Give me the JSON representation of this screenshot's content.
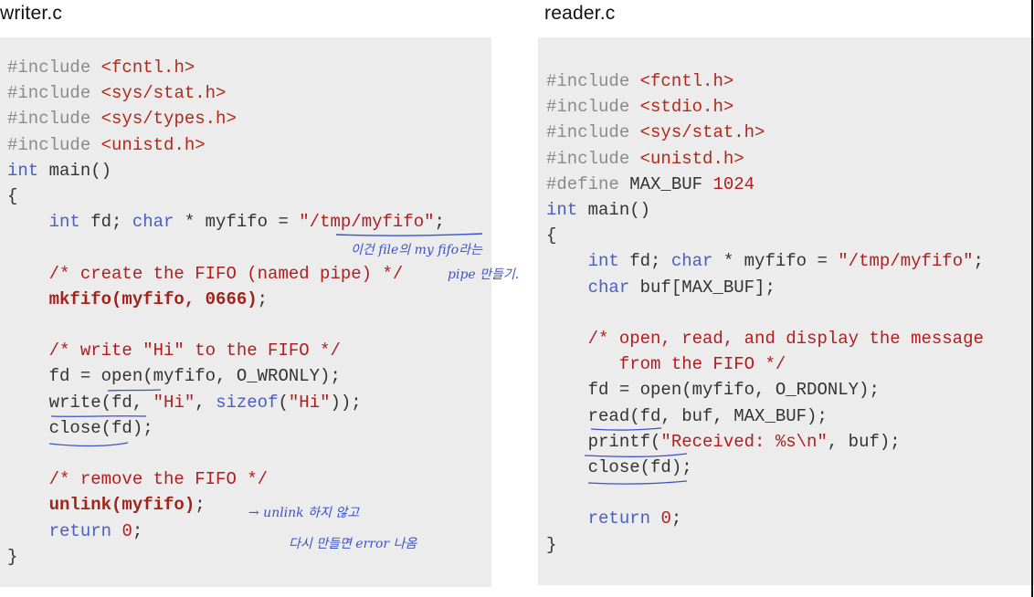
{
  "writer": {
    "title": "writer.c",
    "lines": [
      [
        [
          "pp",
          "#include "
        ],
        [
          "inc",
          "<fcntl.h>"
        ]
      ],
      [
        [
          "pp",
          "#include "
        ],
        [
          "inc",
          "<sys/stat.h>"
        ]
      ],
      [
        [
          "pp",
          "#include "
        ],
        [
          "inc",
          "<sys/types.h>"
        ]
      ],
      [
        [
          "pp",
          "#include "
        ],
        [
          "inc",
          "<unistd.h>"
        ]
      ],
      [
        [
          "kw",
          "int"
        ],
        [
          "plain",
          " main()"
        ]
      ],
      [
        [
          "plain",
          "{"
        ]
      ],
      [
        [
          "plain",
          "    "
        ],
        [
          "kw",
          "int"
        ],
        [
          "plain",
          " fd; "
        ],
        [
          "kw",
          "char"
        ],
        [
          "plain",
          " * myfifo = "
        ],
        [
          "str",
          "\"/tmp/myfifo\""
        ],
        [
          "plain",
          ";"
        ]
      ],
      [
        [
          "plain",
          ""
        ]
      ],
      [
        [
          "plain",
          "    "
        ],
        [
          "cmt",
          "/* create the FIFO (named pipe) */"
        ]
      ],
      [
        [
          "plain",
          "    "
        ],
        [
          "bold",
          "mkfifo(myfifo, 0666)"
        ],
        [
          "plain",
          ";"
        ]
      ],
      [
        [
          "plain",
          ""
        ]
      ],
      [
        [
          "plain",
          "    "
        ],
        [
          "cmt",
          "/* write \"Hi\" to the FIFO */"
        ]
      ],
      [
        [
          "plain",
          "    fd = open(myfifo, O_WRONLY);"
        ]
      ],
      [
        [
          "plain",
          "    write(fd, "
        ],
        [
          "str",
          "\"Hi\""
        ],
        [
          "plain",
          ", "
        ],
        [
          "kw",
          "sizeof"
        ],
        [
          "plain",
          "("
        ],
        [
          "str",
          "\"Hi\""
        ],
        [
          "plain",
          "));"
        ]
      ],
      [
        [
          "plain",
          "    close(fd);"
        ]
      ],
      [
        [
          "plain",
          ""
        ]
      ],
      [
        [
          "plain",
          "    "
        ],
        [
          "cmt",
          "/* remove the FIFO */"
        ]
      ],
      [
        [
          "plain",
          "    "
        ],
        [
          "bold",
          "unlink(myfifo)"
        ],
        [
          "plain",
          ";"
        ]
      ],
      [
        [
          "plain",
          "    "
        ],
        [
          "kw",
          "return"
        ],
        [
          "plain",
          " "
        ],
        [
          "num",
          "0"
        ],
        [
          "plain",
          ";"
        ]
      ],
      [
        [
          "plain",
          "}"
        ]
      ]
    ],
    "annotations": {
      "note1_line1": "이건 file의 my fifo라는",
      "note1_line2": "pipe 만들기.",
      "note2_line1": "→ unlink 하지 않고",
      "note2_line2": "다시 만들면 error 나옴"
    }
  },
  "reader": {
    "title": "reader.c",
    "lines": [
      [
        [
          "pp",
          "#include "
        ],
        [
          "inc",
          "<fcntl.h>"
        ]
      ],
      [
        [
          "pp",
          "#include "
        ],
        [
          "inc",
          "<stdio.h>"
        ]
      ],
      [
        [
          "pp",
          "#include "
        ],
        [
          "inc",
          "<sys/stat.h>"
        ]
      ],
      [
        [
          "pp",
          "#include "
        ],
        [
          "inc",
          "<unistd.h>"
        ]
      ],
      [
        [
          "pp",
          "#define "
        ],
        [
          "plain",
          "MAX_BUF "
        ],
        [
          "num",
          "1024"
        ]
      ],
      [
        [
          "kw",
          "int"
        ],
        [
          "plain",
          " main()"
        ]
      ],
      [
        [
          "plain",
          "{"
        ]
      ],
      [
        [
          "plain",
          "    "
        ],
        [
          "kw",
          "int"
        ],
        [
          "plain",
          " fd; "
        ],
        [
          "kw",
          "char"
        ],
        [
          "plain",
          " * myfifo = "
        ],
        [
          "str",
          "\"/tmp/myfifo\""
        ],
        [
          "plain",
          ";"
        ]
      ],
      [
        [
          "plain",
          "    "
        ],
        [
          "kw",
          "char"
        ],
        [
          "plain",
          " buf[MAX_BUF];"
        ]
      ],
      [
        [
          "plain",
          ""
        ]
      ],
      [
        [
          "plain",
          "    "
        ],
        [
          "cmt",
          "/* open, read, and display the message"
        ]
      ],
      [
        [
          "cmt",
          "       from the FIFO */"
        ]
      ],
      [
        [
          "plain",
          "    fd = open(myfifo, O_RDONLY);"
        ]
      ],
      [
        [
          "plain",
          "    read(fd, buf, MAX_BUF);"
        ]
      ],
      [
        [
          "plain",
          "    printf("
        ],
        [
          "str",
          "\"Received: %s\\n\""
        ],
        [
          "plain",
          ", buf);"
        ]
      ],
      [
        [
          "plain",
          "    close(fd);"
        ]
      ],
      [
        [
          "plain",
          ""
        ]
      ],
      [
        [
          "plain",
          "    "
        ],
        [
          "kw",
          "return"
        ],
        [
          "plain",
          " "
        ],
        [
          "num",
          "0"
        ],
        [
          "plain",
          ";"
        ]
      ],
      [
        [
          "plain",
          "}"
        ]
      ]
    ]
  }
}
